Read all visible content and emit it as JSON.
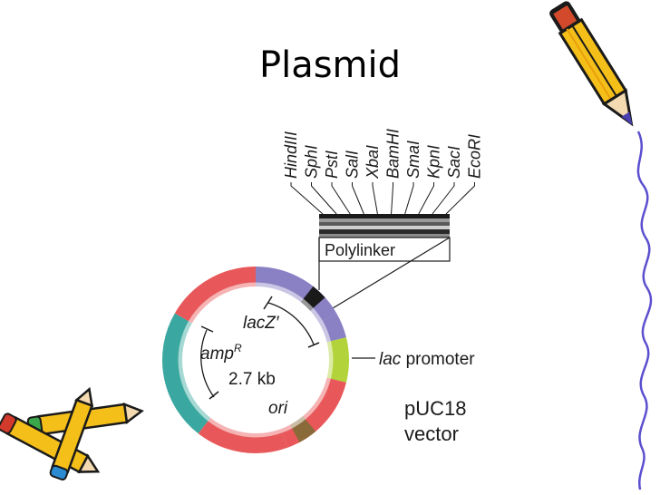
{
  "slide": {
    "title": "Plasmid"
  },
  "diagram": {
    "restriction_sites": [
      "HindIII",
      "SphI",
      "PstI",
      "SalI",
      "XbaI",
      "BamHI",
      "SmaI",
      "KpnI",
      "SacI",
      "EcoRI"
    ],
    "polylinker_label": "Polylinker",
    "lacz_label": "lacZ′",
    "amp_label_base": "amp",
    "amp_label_sup": "R",
    "size_label": "2.7 kb",
    "ori_label": "ori",
    "lac_promoter_italic": "lac",
    "lac_promoter_text": " promoter",
    "vector_name_line1": "pUC18",
    "vector_name_line2": "vector",
    "colors": {
      "ring_red": "#e8585a",
      "ring_teal": "#3aa8a0",
      "ring_purple": "#8a80c4",
      "ring_black": "#1a1a1a",
      "ring_green": "#b2d43a",
      "ring_brown": "#8a6a38",
      "ring_core": "#fbe0dc"
    }
  },
  "decorations": {
    "pencil_icons": [
      "pencil-icon-top-right",
      "pencil-icon-bottom-left"
    ]
  }
}
